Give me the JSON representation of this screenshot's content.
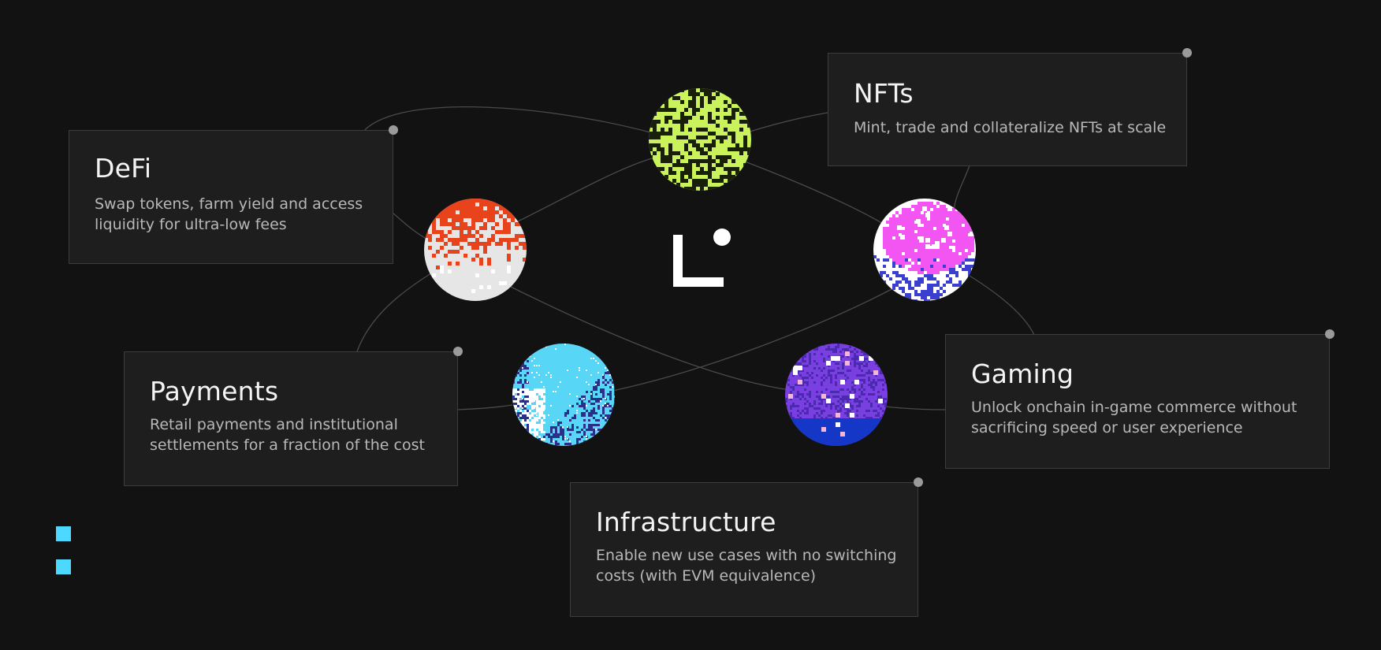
{
  "colors": {
    "background": "#121212",
    "card_background": "#1e1e1e",
    "card_border": "#3d3d3d",
    "connector": "#4a4a4a",
    "accent": "#4dd9ff"
  },
  "logo": {
    "icon": "l-dot-logo-icon"
  },
  "cards": {
    "defi": {
      "title": "DeFi",
      "description": "Swap tokens, farm yield and access liquidity for ultra-low fees"
    },
    "nfts": {
      "title": "NFTs",
      "description": "Mint, trade and collateralize NFTs at scale"
    },
    "payments": {
      "title": "Payments",
      "description": "Retail payments and institutional settlements for a fraction of the cost"
    },
    "gaming": {
      "title": "Gaming",
      "description": "Unlock onchain in-game commerce without sacrificing speed or user experience"
    },
    "infrastructure": {
      "title": "Infrastructure",
      "description": "Enable new use cases with no switching costs (with EVM equivalence)"
    }
  },
  "orbs": {
    "nfts": {
      "colors": [
        "#c9f25b",
        "#1a1f0a"
      ]
    },
    "defi": {
      "colors": [
        "#e8431a",
        "#e6e6e6"
      ]
    },
    "gaming_top": {
      "colors": [
        "#f255f2",
        "#ffffff",
        "#3a3fd0"
      ]
    },
    "payments": {
      "colors": [
        "#58d6f5",
        "#ffffff",
        "#2a2f8a"
      ]
    },
    "gaming_bottom": {
      "colors": [
        "#7a3fe0",
        "#1437c7",
        "#ffffff"
      ]
    }
  },
  "side_navigation": {
    "items": [
      "indicator-square",
      "indicator-square"
    ]
  }
}
